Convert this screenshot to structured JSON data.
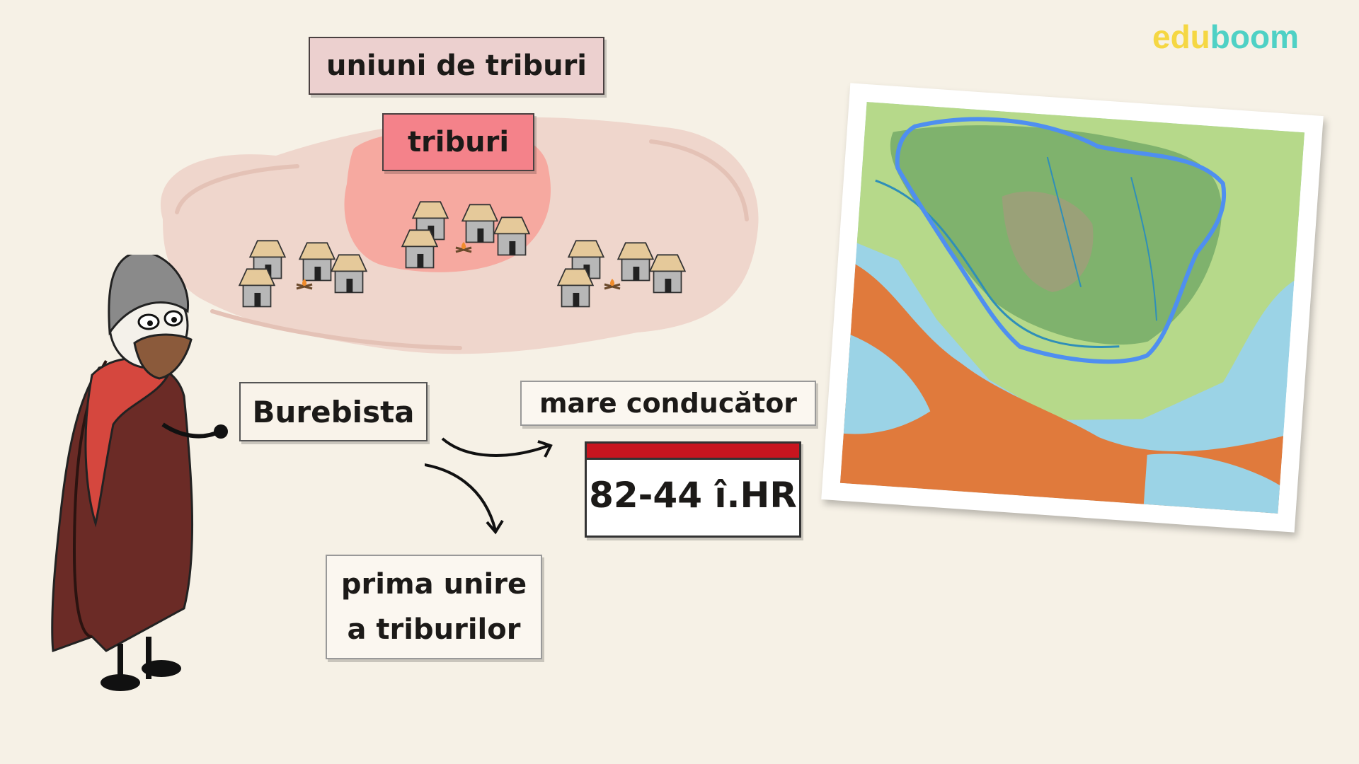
{
  "brand": {
    "part1": "edu",
    "part2": "boom",
    "color1": "#f5d743",
    "color2": "#4fd1c5"
  },
  "labels": {
    "tribe_unions": "uniuni de triburi",
    "tribes": "triburi",
    "ruler_name": "Burebista",
    "role": "mare conducător",
    "reign_years": "82-44 î.HR",
    "achievement_line1": "prima unire",
    "achievement_line2": "a triburilor"
  },
  "colors": {
    "union_blob": "#efd6cc",
    "tribe_blob": "#f6a9a0",
    "union_tag": "#ecd0cf",
    "tribe_tag": "#f4828a",
    "calendar_top": "#c8151f",
    "map_border": "#4f8ff0"
  },
  "icons": [
    "hut-icon",
    "campfire-icon",
    "map-image",
    "character-illustration",
    "arrow-icon"
  ]
}
